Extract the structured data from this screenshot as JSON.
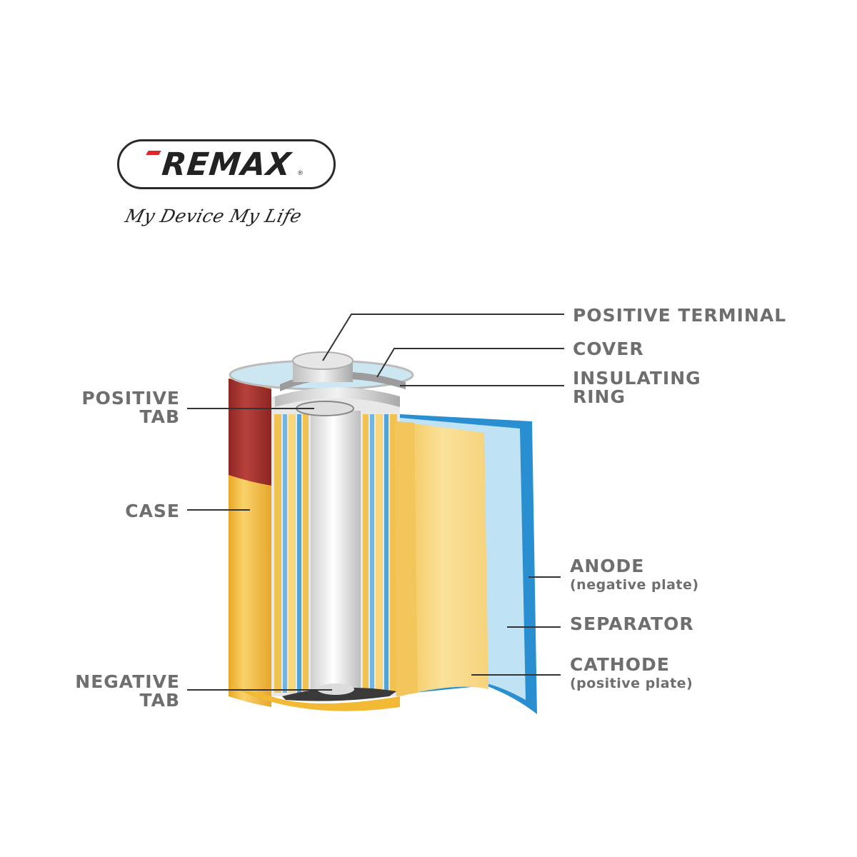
{
  "brand": {
    "name": "REMAX",
    "registered": "®",
    "tagline": "My Device My Life",
    "accent_color": "#e0262a"
  },
  "labels": {
    "positive_terminal": "POSITIVE TERMINAL",
    "cover": "COVER",
    "insulating_ring_line1": "INSULATING",
    "insulating_ring_line2": "RING",
    "positive_tab_line1": "POSITIVE",
    "positive_tab_line2": "TAB",
    "case": "CASE",
    "anode": "ANODE",
    "anode_sub": "(negative plate)",
    "separator": "SEPARATOR",
    "cathode": "CATHODE",
    "cathode_sub": "(positive plate)",
    "negative_tab_line1": "NEGATIVE",
    "negative_tab_line2": "TAB"
  },
  "colors": {
    "case_red": "#a8322f",
    "case_gold": "#f2c24a",
    "cathode": "#f7d77a",
    "separator": "#bfe3f5",
    "anode": "#2a8fd0",
    "label": "#6e6e6e"
  }
}
